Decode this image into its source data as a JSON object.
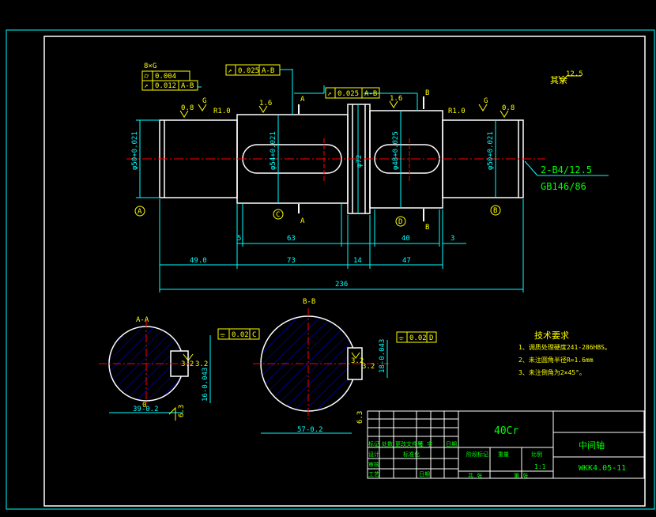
{
  "colors": {
    "background": "#000000",
    "outline": "#ffffff",
    "dimension": "#00ffff",
    "center": "#ff0000",
    "annotation": "#ffff00",
    "text": "#00ff00",
    "hatch": "#0000ff"
  },
  "drawing": {
    "tol_top_left": {
      "header": "8×G",
      "rows": [
        {
          "sym": "⌭",
          "val": "0.004",
          "ref": ""
        },
        {
          "sym": "↗",
          "val": "0.012",
          "ref": "A-B"
        }
      ]
    },
    "tol_top_mid": {
      "sym": "↗",
      "val": "0.025",
      "ref": "A-B"
    },
    "tol_top_mid2": {
      "sym": "↗",
      "val": "0.025",
      "ref": "A-B"
    },
    "roughness": {
      "r1": "0.8",
      "r2": "1.6",
      "r3": "1.6",
      "r4": "0.8",
      "rest_label": "其余",
      "rest_val": "12.5",
      "r1_text": "R1.0",
      "r2_text": "R1.0",
      "g1": "G",
      "g2": "G"
    },
    "section_marks": {
      "a1": "A",
      "a2": "A",
      "b1": "B",
      "b2": "B"
    },
    "datums": {
      "d1": "A",
      "d2": "C",
      "d3": "D",
      "d4": "B"
    },
    "diam_labels": {
      "dl1": "φ50+0.021",
      "dl2": "φ54+0.021",
      "dl3": "φ72",
      "dl4": "φ48+0.025",
      "dl5": "φ50+0.021"
    },
    "spline": {
      "line1": "2-B4/12.5",
      "line2": "GB146/86"
    },
    "dimensions": {
      "d5": "5",
      "d63": "63",
      "d40": "40",
      "d3": "3",
      "d49": "49.0",
      "d73": "73",
      "d14": "14",
      "d47": "47",
      "d236": "236"
    },
    "sectionA": {
      "title": "A-A",
      "tol_sym": "⌯",
      "tol_val": "0.02",
      "tol_ref": "C",
      "r1": "3.2",
      "r2": "3.2",
      "depth": "16-0.043",
      "width": "39-0.2",
      "rough": "6.3",
      "zero": "0"
    },
    "sectionB": {
      "title": "B-B",
      "tol_sym": "⌯",
      "tol_val": "0.02",
      "tol_ref": "D",
      "r1": "3.2",
      "r2": "3.2",
      "depth": "18-0.043",
      "width": "57-0.2",
      "rough": "6.3"
    },
    "tech": {
      "title": "技术要求",
      "items": [
        "1、调质处理硬度241-286HBS。",
        "2、未注圆角半径R=1.6mm",
        "3、未注倒角为2×45°。"
      ]
    },
    "title_block": {
      "material": "40Cr",
      "part_name": "中间轴",
      "drawing_no": "WKK4.05-11",
      "scale": "1:1",
      "labels_row1": [
        "标记",
        "处数",
        "更改文件号",
        "签 字",
        "日期"
      ],
      "labels_row2": [
        "设计",
        "",
        "标准化",
        ""
      ],
      "labels_row3": [
        "审核",
        "",
        "",
        ""
      ],
      "labels_row4": [
        "工艺",
        "",
        "日期",
        ""
      ],
      "stage": "阶段标记",
      "weight": "重量",
      "ratio": "比例",
      "sheets": "共 张",
      "sheet": "第 张"
    }
  }
}
